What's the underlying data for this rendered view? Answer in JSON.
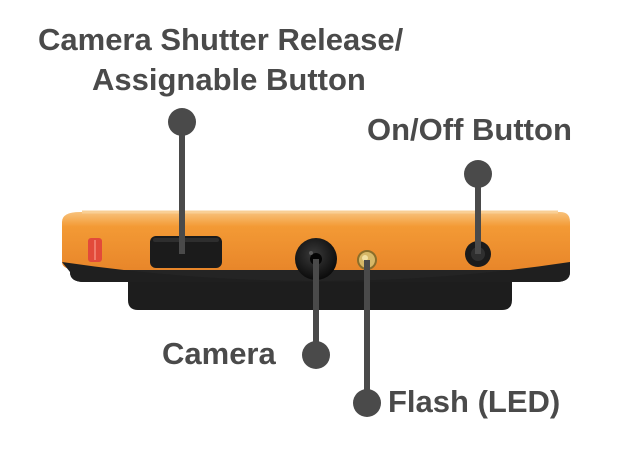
{
  "labels": {
    "shutter_line1": "Camera Shutter Release/",
    "shutter_line2": "Assignable Button",
    "power": "On/Off Button",
    "camera": "Camera",
    "flash": "Flash (LED)"
  },
  "colors": {
    "device_orange": "#f0952f",
    "device_orange_light": "#f6b260",
    "device_black": "#1d1d1d",
    "callout": "#4a4a4a",
    "indicator_red": "#e24a3a",
    "flash_gold": "#c9a445"
  }
}
